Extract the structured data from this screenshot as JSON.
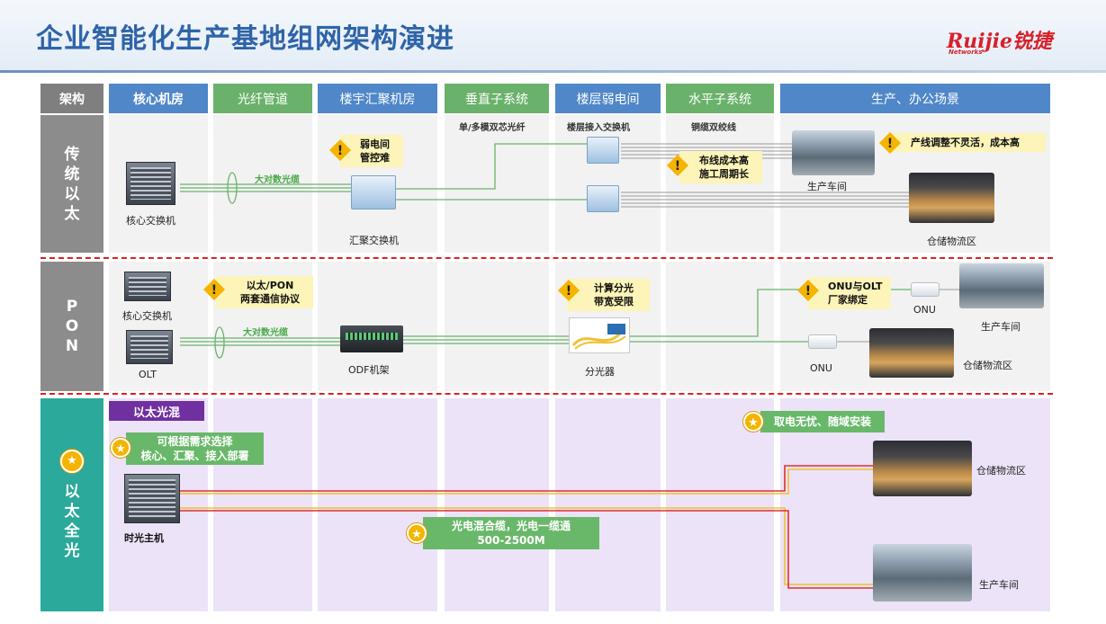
{
  "title": "企业智能化生产基地组网架构演进",
  "logo": {
    "brand": "Ruijie锐捷",
    "sub": "Networks"
  },
  "headers": [
    "架构",
    "核心机房",
    "光纤管道",
    "楼宇汇聚机房",
    "垂直子系统",
    "楼层弱电间",
    "水平子系统",
    "生产、办公场景"
  ],
  "header_colors": {
    "dark": "#7f7f7f",
    "blue": "#4f87c8",
    "green": "#6ab26b"
  },
  "rows": {
    "traditional": "传\n统\n以\n太",
    "pon": "P\nO\nN",
    "allopt": "以\n太\n全\n光"
  },
  "subheaders": {
    "vertical": "单/多模双芯光纤",
    "floor": "楼层接入交换机",
    "horizontal": "铜缆双绞线"
  },
  "traditional": {
    "core_switch": "核心交换机",
    "big_fiber": "大对数光缆",
    "agg_switch": "汇聚交换机",
    "warn_weak": "弱电间\n管控难",
    "warn_cost": "布线成本高\n施工周期长",
    "warn_line": "产线调整不灵活，成本高",
    "workshop": "生产车间",
    "warehouse": "仓储物流区"
  },
  "pon": {
    "core_switch": "核心交换机",
    "olt": "OLT",
    "warn_proto": "以太/PON\n两套通信协议",
    "big_fiber": "大对数光缆",
    "odf": "ODF机架",
    "warn_split": "计算分光\n带宽受限",
    "splitter": "分光器",
    "warn_vendor": "ONU与OLT\n厂家绑定",
    "onu1": "ONU",
    "onu2": "ONU",
    "workshop": "生产车间",
    "warehouse": "仓储物流区"
  },
  "allopt": {
    "tag": "以太光混",
    "note_deploy": "可根据需求选择\n核心、汇聚、接入部署",
    "host": "时光主机",
    "note_power": "取电无忧、随域安装",
    "note_cable": "光电混合缆，光电一缆通\n500-2500M",
    "warehouse": "仓储物流区",
    "workshop": "生产车间"
  },
  "colors": {
    "dash": "#e02020",
    "fiber": "#6ab26b",
    "purple": "#ece3f8",
    "tag": "#7030a0",
    "warn": "#f4b400",
    "copper1": "#f0c030",
    "copper2": "#e03030"
  }
}
